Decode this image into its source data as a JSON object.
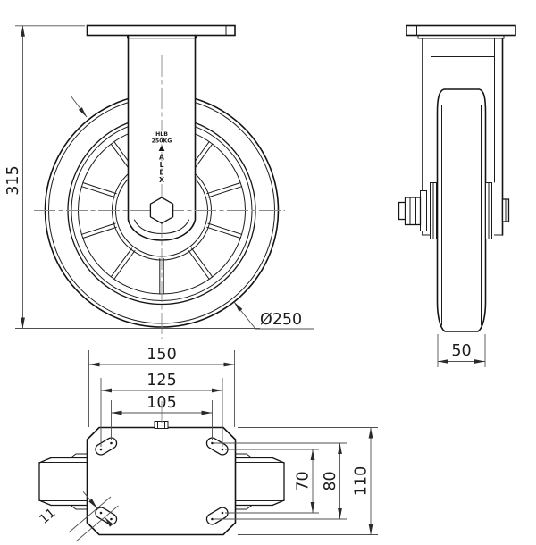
{
  "front_view": {
    "height_dim": "315",
    "wheel_diameter_dim": "Ø250",
    "hub_label_line1": "HLB",
    "hub_label_line2": "250KG",
    "brand_letters": [
      "A",
      "L",
      "E",
      "X"
    ]
  },
  "side_view": {
    "tread_width_dim": "50"
  },
  "bottom_view": {
    "plate_width_dim": "150",
    "bolt_spacing_outer_dim": "125",
    "bolt_spacing_inner_dim": "105",
    "bolt_pitch_inner_dim": "70",
    "bolt_pitch_outer_dim": "80",
    "plate_depth_dim": "110",
    "slot_width_dim": "11"
  }
}
